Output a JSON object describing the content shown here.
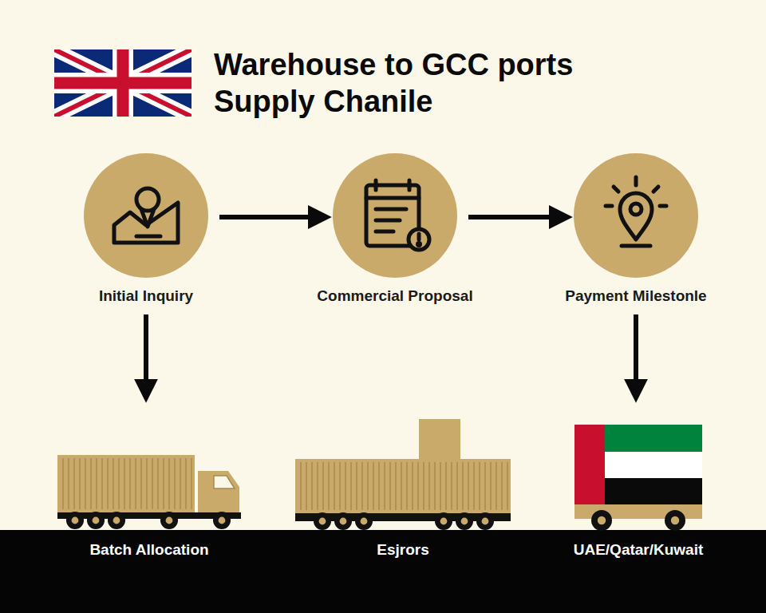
{
  "diagram": {
    "title": "Warehouse to GCC ports Supply Chanile",
    "nodes": [
      {
        "text": [
          "Initial Inquiry"
        ]
      },
      {
        "text": [
          "Commercial Proposal"
        ]
      },
      {
        "text": [
          "Payment Milestonle"
        ]
      },
      {
        "text": [
          "Batch Allocation"
        ]
      },
      {
        "text": [
          "Esjrors"
        ]
      },
      {
        "text": [
          "UAE/Qatar/Kuwait"
        ]
      }
    ],
    "edges": [
      {
        "from": 0,
        "to": 1,
        "arrow": "to"
      },
      {
        "from": 1,
        "to": 2,
        "arrow": "to"
      },
      {
        "from": 0,
        "to": 3,
        "arrow": "to"
      },
      {
        "from": 2,
        "to": 5,
        "arrow": "to"
      }
    ]
  }
}
